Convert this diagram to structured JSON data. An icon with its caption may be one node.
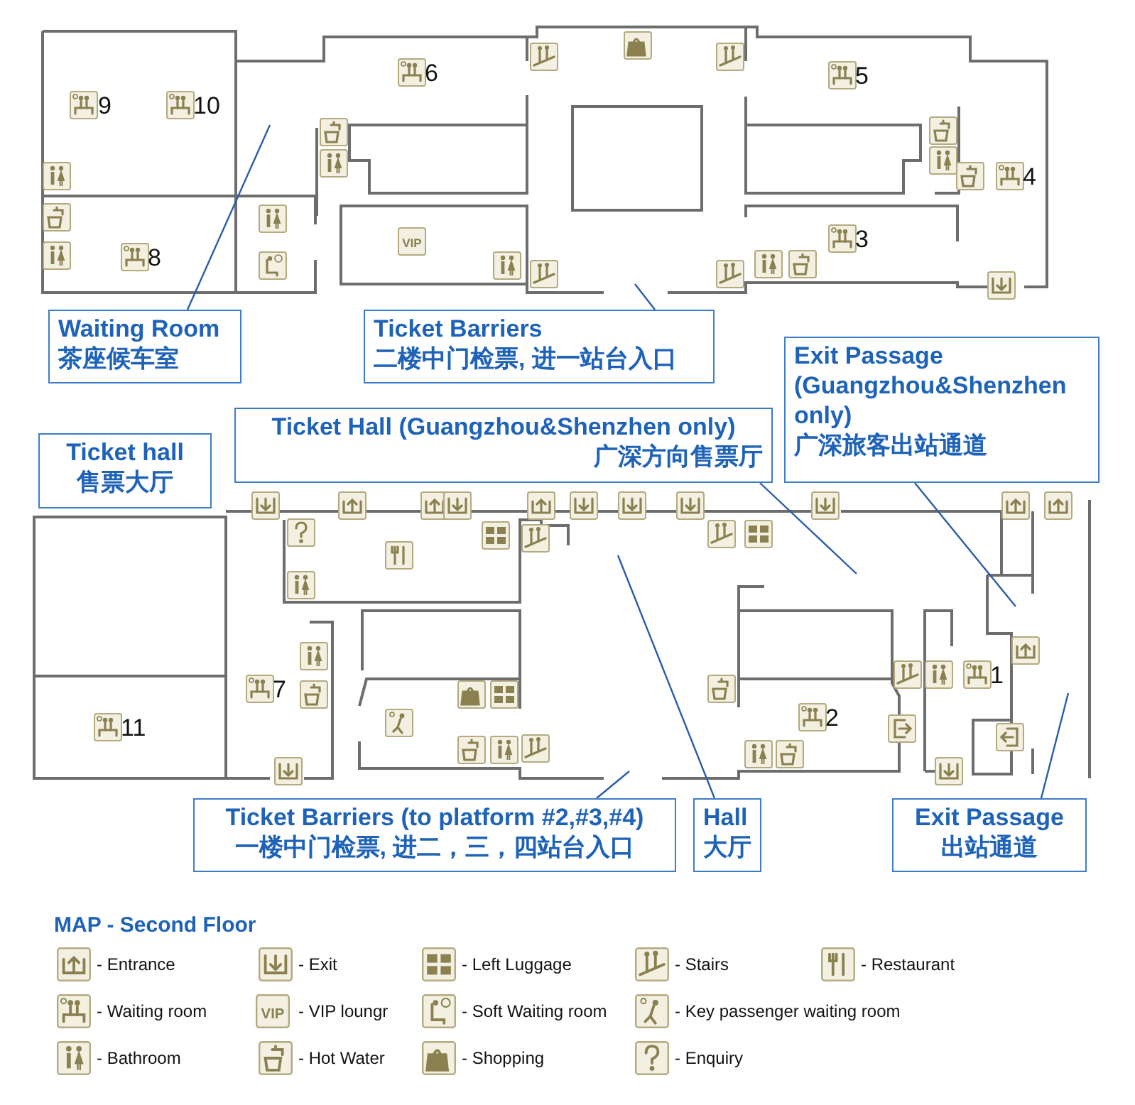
{
  "diagram": {
    "title": "MAP - Second Floor",
    "nodes": [
      {
        "text": [
          "Waiting Room",
          "茶座候车室"
        ]
      },
      {
        "text": [
          "Ticket Barriers",
          "二楼中门检票, 进一站台入口"
        ]
      },
      {
        "text": [
          "Exit Passage (Guangzhou&Shenzhen only)",
          "广深旅客出站通道"
        ]
      },
      {
        "text": [
          "Ticket hall",
          "售票大厅"
        ]
      },
      {
        "text": [
          "Ticket Hall (Guangzhou&Shenzhen only)",
          "广深方向售票厅"
        ]
      },
      {
        "text": [
          "Ticket Barriers (to platform #2,#3,#4)",
          "一楼中门检票, 进二，三，四站台入口"
        ]
      },
      {
        "text": [
          "Hall",
          "大厅"
        ]
      },
      {
        "text": [
          "Exit Passage",
          "出站通道"
        ]
      }
    ],
    "edges": [
      {
        "from": 0,
        "to": null,
        "arrow": "none"
      },
      {
        "from": 1,
        "to": null,
        "arrow": "none"
      },
      {
        "from": 2,
        "to": null,
        "arrow": "none"
      },
      {
        "from": 4,
        "to": null,
        "arrow": "none"
      },
      {
        "from": 5,
        "to": null,
        "arrow": "none"
      },
      {
        "from": 6,
        "to": null,
        "arrow": "none"
      },
      {
        "from": 7,
        "to": null,
        "arrow": "none"
      }
    ],
    "labels": [
      "6",
      "5",
      "9",
      "10",
      "4",
      "3",
      "VIP",
      "8",
      "1",
      "7",
      "2",
      "11",
      "VIP"
    ],
    "legend": [
      {
        "text": "- Entrance"
      },
      {
        "text": "- Exit"
      },
      {
        "text": "- Left Luggage"
      },
      {
        "text": "- Stairs"
      },
      {
        "text": "- Restaurant"
      },
      {
        "text": "- Waiting room"
      },
      {
        "text": "- VIP loungr"
      },
      {
        "text": "- Soft Waiting room"
      },
      {
        "text": "- Key passenger waiting room"
      },
      {
        "text": "- Bathroom"
      },
      {
        "text": "- Hot Water"
      },
      {
        "text": "- Shopping"
      },
      {
        "text": "- Enquiry"
      }
    ]
  }
}
